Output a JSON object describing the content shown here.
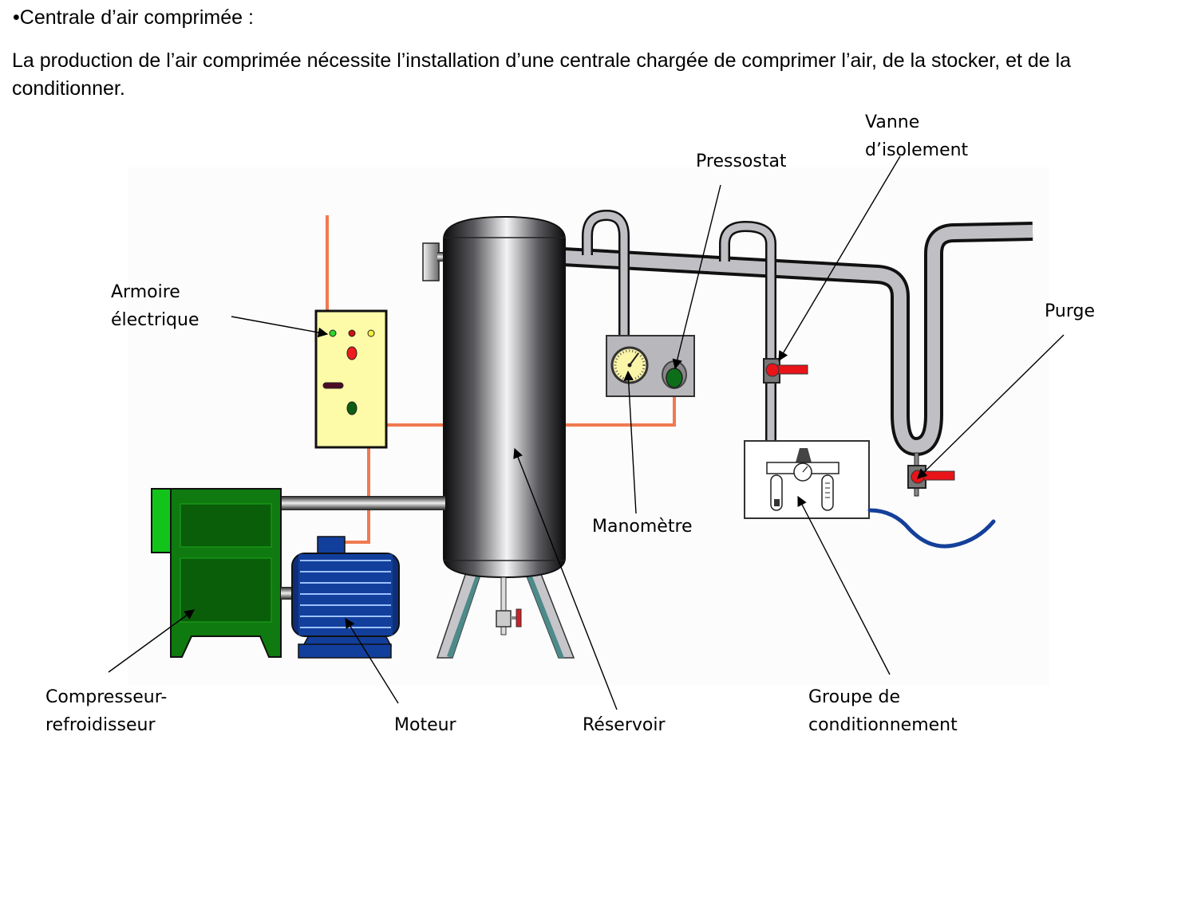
{
  "heading": {
    "bullet": "•",
    "text": "Centrale d’air comprimée :"
  },
  "intro": "La production de l’air comprimée nécessite l’installation d’une centrale chargée de comprimer l’air, de la stocker, et de la conditionner.",
  "diagram": {
    "labels": {
      "armoire_line1": "Armoire",
      "armoire_line2": "électrique",
      "pressostat": "Pressostat",
      "vanne_line1": "Vanne",
      "vanne_line2": "d’isolement",
      "purge": "Purge",
      "manometre": "Manomètre",
      "compresseur_line1": "Compresseur-",
      "compresseur_line2": "refroidisseur",
      "moteur": "Moteur",
      "reservoir": "Réservoir",
      "groupe_line1": "Groupe de",
      "groupe_line2": "conditionnement"
    },
    "colors": {
      "electric_wire": "#f07a50",
      "cabinet": "#fdfaa8",
      "compressor": "#0f7a10",
      "compressor_accent": "#12c41a",
      "motor": "#123f9c",
      "pipe": "#c0c0c4",
      "valve_handle": "#e8141a",
      "hose": "#14409a",
      "gauge_face": "#fbf5a8"
    }
  }
}
